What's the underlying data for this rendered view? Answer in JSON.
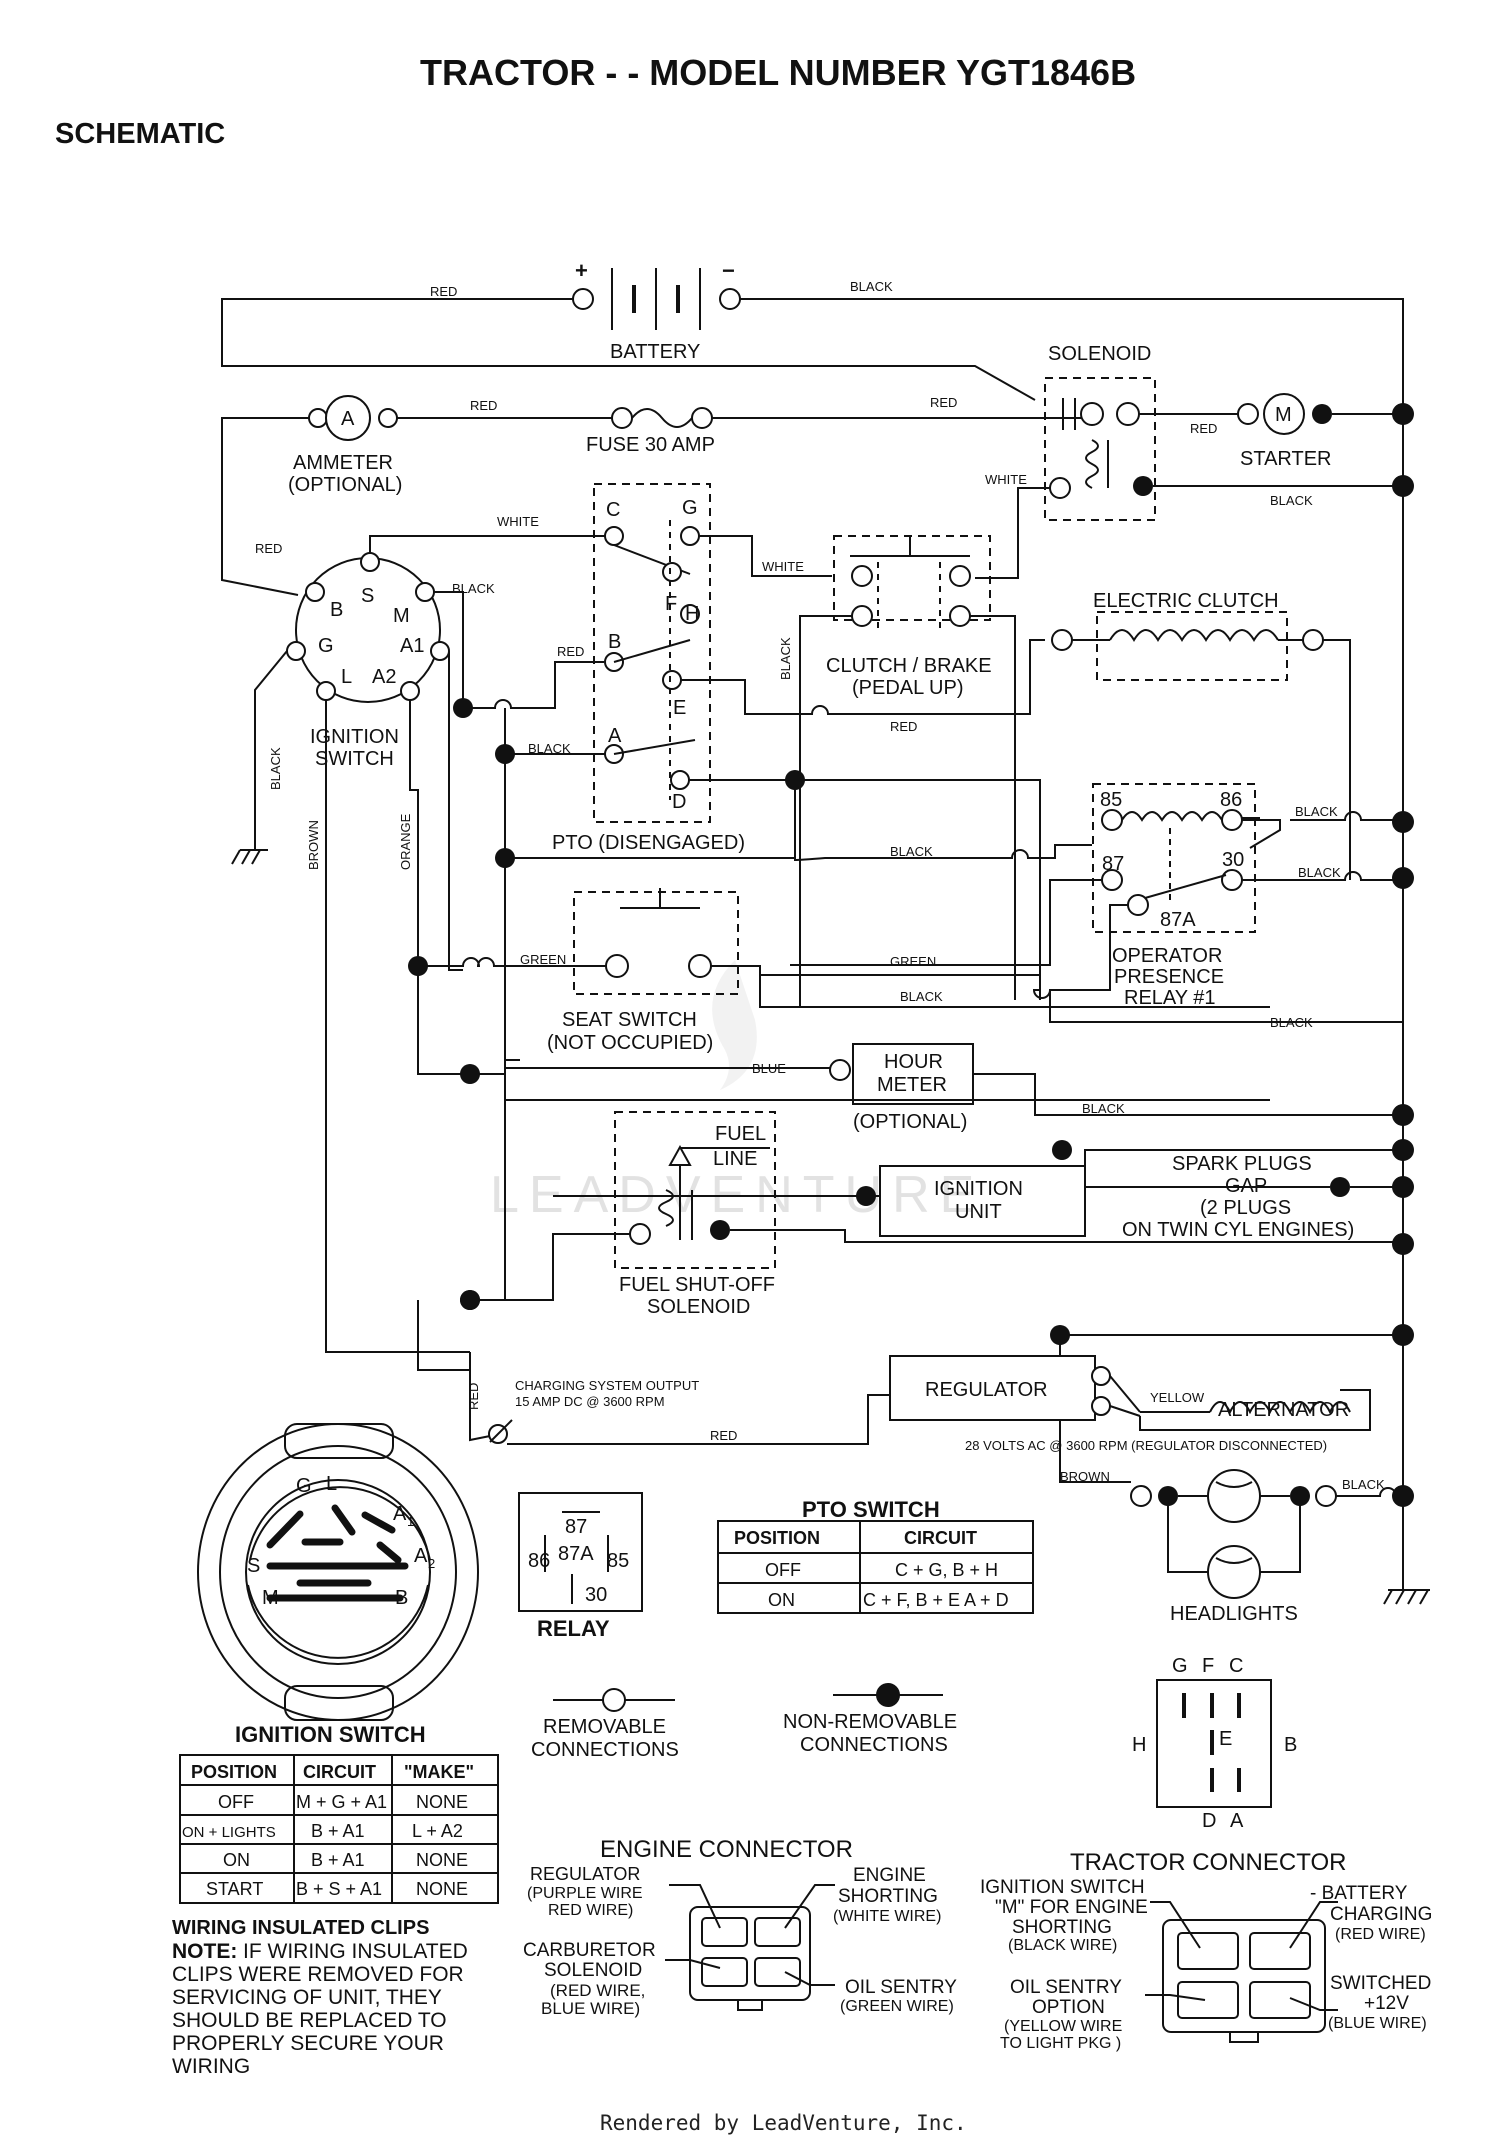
{
  "title": "TRACTOR - - MODEL NUMBER YGT1846B",
  "subtitle": "SCHEMATIC",
  "watermark": "LEADVENTURE",
  "footer": "Rendered by LeadVenture, Inc.",
  "components": {
    "battery": "BATTERY",
    "battery_plus": "+",
    "battery_minus": "−",
    "solenoid": "SOLENOID",
    "ammeter_symbol": "A",
    "ammeter_1": "AMMETER",
    "ammeter_2": "(OPTIONAL)",
    "fuse": "FUSE 30 AMP",
    "starter_symbol": "M",
    "starter": "STARTER",
    "electric_clutch": "ELECTRIC CLUTCH",
    "clutch_brake_1": "CLUTCH / BRAKE",
    "clutch_brake_2": "(PEDAL UP)",
    "ignition_switch_1": "IGNITION",
    "ignition_switch_2": "SWITCH",
    "ign_terminals": {
      "B": "B",
      "S": "S",
      "M": "M",
      "G": "G",
      "L": "L",
      "A2": "A2",
      "A1": "A1"
    },
    "pto": "PTO (DISENGAGED)",
    "pto_terminals": {
      "C": "C",
      "G": "G",
      "F": "F",
      "H": "H",
      "B": "B",
      "E": "E",
      "A": "A",
      "D": "D"
    },
    "relay_1": "OPERATOR",
    "relay_2": "PRESENCE",
    "relay_3": "RELAY #1",
    "relay_pins": {
      "p85": "85",
      "p86": "86",
      "p87": "87",
      "p30": "30",
      "p87a": "87A"
    },
    "seat_switch_1": "SEAT SWITCH",
    "seat_switch_2": "(NOT OCCUPIED)",
    "hour_meter_1": "HOUR",
    "hour_meter_2": "METER",
    "hour_meter_3": "(OPTIONAL)",
    "fuel_line_1": "FUEL",
    "fuel_line_2": "LINE",
    "fuel_solenoid_1": "FUEL SHUT-OFF",
    "fuel_solenoid_2": "SOLENOID",
    "ignition_unit_1": "IGNITION",
    "ignition_unit_2": "UNIT",
    "spark_1": "SPARK PLUGS",
    "spark_2": "GAP",
    "spark_3": "(2 PLUGS",
    "spark_4": "ON TWIN CYL  ENGINES)",
    "regulator": "REGULATOR",
    "alternator": "ALTERNATOR",
    "charging_1": "CHARGING SYSTEM OUTPUT",
    "charging_2": "15 AMP DC @ 3600 RPM",
    "alt_volts": "28 VOLTS AC @ 3600 RPM (REGULATOR DISCONNECTED)",
    "headlights": "HEADLIGHTS"
  },
  "wires": {
    "red": "RED",
    "black": "BLACK",
    "white": "WHITE",
    "green": "GREEN",
    "blue": "BLUE",
    "brown": "BROWN",
    "orange": "ORANGE",
    "yellow": "YELLOW"
  },
  "relay_legend": {
    "title": "RELAY",
    "p87": "87",
    "p86": "86",
    "p87a": "87A",
    "p85": "85",
    "p30": "30"
  },
  "pto_table": {
    "title": "PTO SWITCH",
    "headers": [
      "POSITION",
      "CIRCUIT"
    ],
    "rows": [
      [
        "OFF",
        "C + G, B + H"
      ],
      [
        "ON",
        "C + F, B + E  A + D"
      ]
    ]
  },
  "ignition_table": {
    "title": "IGNITION SWITCH",
    "headers": [
      "POSITION",
      "CIRCUIT",
      "\"MAKE\""
    ],
    "rows": [
      [
        "OFF",
        "M + G + A1",
        "NONE"
      ],
      [
        "ON + LIGHTS",
        "B + A1",
        "L + A2"
      ],
      [
        "ON",
        "B + A1",
        "NONE"
      ],
      [
        "START",
        "B + S + A1",
        "NONE"
      ]
    ]
  },
  "ign_face_letters": {
    "G": "G",
    "L": "L",
    "A1": "A",
    "A1sub": "1",
    "A2": "A",
    "A2sub": "2",
    "S": "S",
    "M": "M",
    "B": "B"
  },
  "legend": {
    "removable_1": "REMOVABLE",
    "removable_2": "CONNECTIONS",
    "nonremovable_1": "NON-REMOVABLE",
    "nonremovable_2": "CONNECTIONS"
  },
  "pto_pinout": {
    "G": "G",
    "F": "F",
    "C": "C",
    "H": "H",
    "E": "E",
    "B": "B",
    "D": "D",
    "A": "A"
  },
  "notes": {
    "title": "WIRING INSULATED CLIPS",
    "lead": "NOTE:",
    "line1": "IF WIRING INSULATED",
    "line2": "CLIPS WERE REMOVED FOR",
    "line3": "SERVICING OF UNIT, THEY",
    "line4": "SHOULD BE REPLACED TO",
    "line5": "PROPERLY SECURE YOUR",
    "line6": "WIRING"
  },
  "engine_connector": {
    "title": "ENGINE CONNECTOR",
    "reg_1": "REGULATOR",
    "reg_2": "(PURPLE WIRE",
    "reg_3": "RED WIRE)",
    "eng_1": "ENGINE",
    "eng_2": "SHORTING",
    "eng_3": "(WHITE WIRE)",
    "carb_1": "CARBURETOR",
    "carb_2": "SOLENOID",
    "carb_3": "(RED WIRE,",
    "carb_4": "BLUE WIRE)",
    "oil_1": "OIL SENTRY",
    "oil_2": "(GREEN WIRE)"
  },
  "tractor_connector": {
    "title": "TRACTOR CONNECTOR",
    "ign_1": "IGNITION SWITCH",
    "ign_2": "\"M\" FOR ENGINE",
    "ign_3": "SHORTING",
    "ign_4": "(BLACK WIRE)",
    "bat_1": "- BATTERY",
    "bat_2": "CHARGING",
    "bat_3": "(RED WIRE)",
    "oil_1": "OIL SENTRY",
    "oil_2": "OPTION",
    "oil_3": "(YELLOW WIRE",
    "oil_4": "TO LIGHT PKG )",
    "sw_1": "SWITCHED",
    "sw_2": "+12V",
    "sw_3": "(BLUE WIRE)"
  }
}
